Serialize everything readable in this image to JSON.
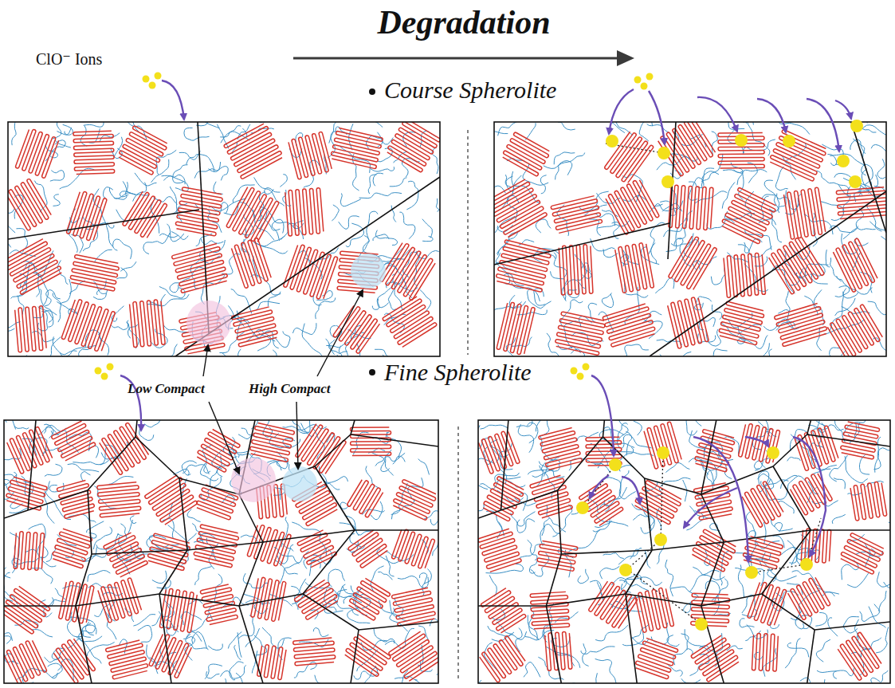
{
  "diagram": {
    "title": "Degradation",
    "labels": [
      "ClO⁻ Ions",
      "Course Spherolite",
      "Fine Spherolite",
      "Low Compact",
      "High Compact"
    ]
  }
}
